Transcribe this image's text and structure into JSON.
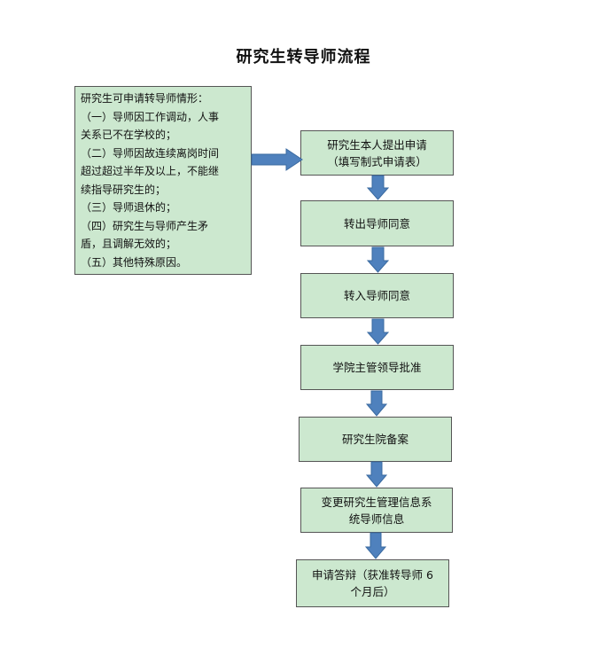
{
  "title": "研究生转导师流程",
  "conditions": [
    "研究生可申请转导师情形：",
    "（一）导师因工作调动，人事",
    "关系已不在学校的；",
    "（二）导师因故连续离岗时间",
    "超过超过半年及以上，不能继",
    "续指导研究生的；",
    "（三）导师退休的；",
    "（四）研究生与导师产生矛",
    "盾，且调解无效的；",
    "（五）其他特殊原因。"
  ],
  "steps": [
    {
      "line1": "研究生本人提出申请",
      "line2": "（填写制式申请表）"
    },
    {
      "line1": "转出导师同意",
      "line2": ""
    },
    {
      "line1": "转入导师同意",
      "line2": ""
    },
    {
      "line1": "学院主管领导批准",
      "line2": ""
    },
    {
      "line1": "研究生院备案",
      "line2": ""
    },
    {
      "line1": "变更研究生管理信息系",
      "line2": "统导师信息"
    },
    {
      "line1": "申请答辩（获准转导师 6",
      "line2": "个月后）"
    }
  ],
  "colors": {
    "box_fill": "#cce8cf",
    "arrow_fill": "#4f81bd",
    "arrow_stroke": "#3a6aa0"
  }
}
